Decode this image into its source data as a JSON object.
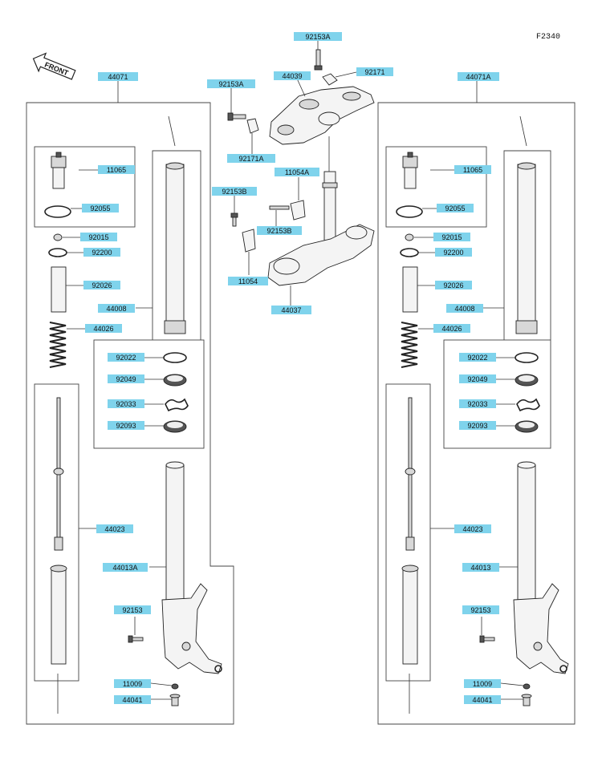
{
  "diagram_code": "F2340",
  "front_label": "FRONT",
  "labels": [
    {
      "id": "92153A_top",
      "text": "92153A"
    },
    {
      "id": "92171",
      "text": "92171"
    },
    {
      "id": "44039",
      "text": "44039"
    },
    {
      "id": "92153A_l",
      "text": "92153A"
    },
    {
      "id": "92171A",
      "text": "92171A"
    },
    {
      "id": "11054A",
      "text": "11054A"
    },
    {
      "id": "92153B",
      "text": "92153B"
    },
    {
      "id": "92153B_b",
      "text": "92153B"
    },
    {
      "id": "11054",
      "text": "11054"
    },
    {
      "id": "44037",
      "text": "44037"
    },
    {
      "id": "44071",
      "text": "44071"
    },
    {
      "id": "L_11065",
      "text": "11065"
    },
    {
      "id": "L_92055",
      "text": "92055"
    },
    {
      "id": "L_92015",
      "text": "92015"
    },
    {
      "id": "L_92200",
      "text": "92200"
    },
    {
      "id": "L_92026",
      "text": "92026"
    },
    {
      "id": "L_44008",
      "text": "44008"
    },
    {
      "id": "L_44026",
      "text": "44026"
    },
    {
      "id": "L_92022",
      "text": "92022"
    },
    {
      "id": "L_92049",
      "text": "92049"
    },
    {
      "id": "L_92033",
      "text": "92033"
    },
    {
      "id": "L_92093",
      "text": "92093"
    },
    {
      "id": "L_44023",
      "text": "44023"
    },
    {
      "id": "L_44013A",
      "text": "44013A"
    },
    {
      "id": "L_92153",
      "text": "92153"
    },
    {
      "id": "L_11009",
      "text": "11009"
    },
    {
      "id": "L_44041",
      "text": "44041"
    },
    {
      "id": "44071A",
      "text": "44071A"
    },
    {
      "id": "R_11065",
      "text": "11065"
    },
    {
      "id": "R_92055",
      "text": "92055"
    },
    {
      "id": "R_92015",
      "text": "92015"
    },
    {
      "id": "R_92200",
      "text": "92200"
    },
    {
      "id": "R_92026",
      "text": "92026"
    },
    {
      "id": "R_44008",
      "text": "44008"
    },
    {
      "id": "R_44026",
      "text": "44026"
    },
    {
      "id": "R_92022",
      "text": "92022"
    },
    {
      "id": "R_92049",
      "text": "92049"
    },
    {
      "id": "R_92033",
      "text": "92033"
    },
    {
      "id": "R_92093",
      "text": "92093"
    },
    {
      "id": "R_44023",
      "text": "44023"
    },
    {
      "id": "R_44013",
      "text": "44013"
    },
    {
      "id": "R_92153",
      "text": "92153"
    },
    {
      "id": "R_11009",
      "text": "11009"
    },
    {
      "id": "R_44041",
      "text": "44041"
    }
  ]
}
